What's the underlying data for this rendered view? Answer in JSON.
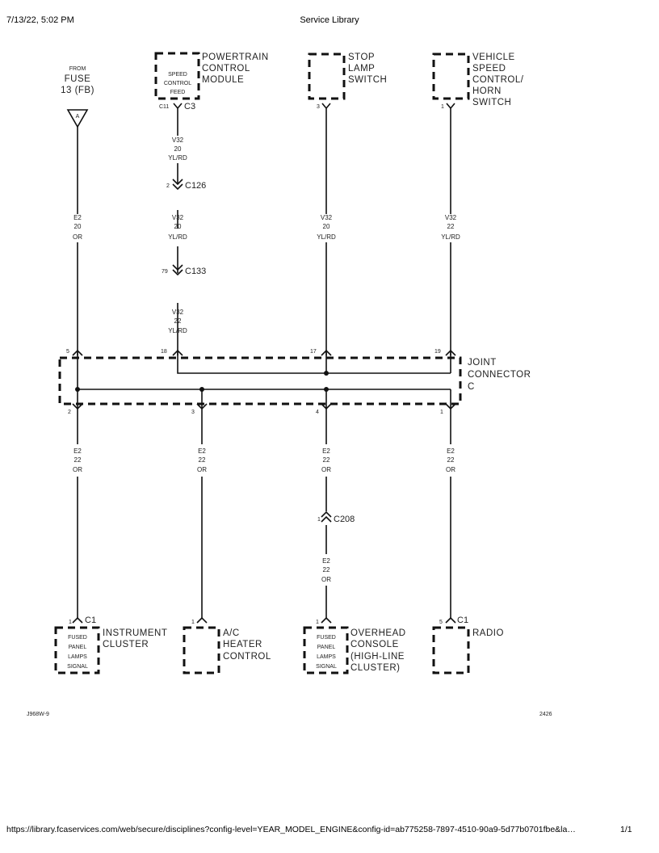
{
  "header": {
    "datetime": "7/13/22, 5:02 PM",
    "title": "Service Library"
  },
  "footer": {
    "url": "https://library.fcaservices.com/web/secure/disciplines?config-level=YEAR_MODEL_ENGINE&config-id=ab775258-7897-4510-90a9-5d77b0701fbe&la…",
    "page": "1/1"
  },
  "diagram": {
    "figure_id": "J968W-9",
    "figure_num": "2426",
    "fuse": {
      "from": "FROM",
      "fuse": "FUSE",
      "num": "13 (FB)",
      "marker": "A"
    },
    "pcm": {
      "l1": "POWERTRAIN",
      "l2": "CONTROL",
      "l3": "MODULE",
      "i1": "SPEED",
      "i2": "CONTROL",
      "i3": "FEED",
      "c1": "C11",
      "c2": "C3"
    },
    "stop": {
      "l1": "STOP",
      "l2": "LAMP",
      "l3": "SWITCH",
      "pin": "3"
    },
    "vsc": {
      "l1": "VEHICLE",
      "l2": "SPEED",
      "l3": "CONTROL/",
      "l4": "HORN",
      "l5": "SWITCH",
      "pin": "1"
    },
    "wires": {
      "pcm1": [
        "V32",
        "20",
        "YL/RD"
      ],
      "pcm2": [
        "V32",
        "20",
        "YL/RD"
      ],
      "pcm3": [
        "V32",
        "22",
        "YL/RD"
      ],
      "fuse": [
        "E2",
        "20",
        "OR"
      ],
      "stop": [
        "V32",
        "20",
        "YL/RD"
      ],
      "vsc": [
        "V32",
        "22",
        "YL/RD"
      ],
      "b1": [
        "E2",
        "22",
        "OR"
      ],
      "b2": [
        "E2",
        "22",
        "OR"
      ],
      "b3": [
        "E2",
        "22",
        "OR"
      ],
      "b3b": [
        "E2",
        "22",
        "OR"
      ],
      "b4": [
        "E2",
        "22",
        "OR"
      ]
    },
    "inline": {
      "c126": "C126",
      "c126pin": "2",
      "c133": "C133",
      "c133pin": "79",
      "c208": "C208",
      "c208pin": "1"
    },
    "joint": {
      "l1": "JOINT",
      "l2": "CONNECTOR",
      "l3": "C",
      "top_pins": [
        "5",
        "18",
        "17",
        "19"
      ],
      "bottom_pins": [
        "2",
        "3",
        "4",
        "1"
      ]
    },
    "ic": {
      "l1": "INSTRUMENT",
      "l2": "CLUSTER",
      "i1": "FUSED",
      "i2": "PANEL",
      "i3": "LAMPS",
      "i4": "SIGNAL",
      "pin": "1",
      "conn": "C1"
    },
    "ac": {
      "l1": "A/C",
      "l2": "HEATER",
      "l3": "CONTROL",
      "pin": "1"
    },
    "oh": {
      "l1": "OVERHEAD",
      "l2": "CONSOLE",
      "l3": "(HIGH-LINE",
      "l4": "CLUSTER)",
      "i1": "FUSED",
      "i2": "PANEL",
      "i3": "LAMPS",
      "i4": "SIGNAL",
      "pin": "1"
    },
    "radio": {
      "l1": "RADIO",
      "pin": "5",
      "conn": "C1"
    }
  }
}
